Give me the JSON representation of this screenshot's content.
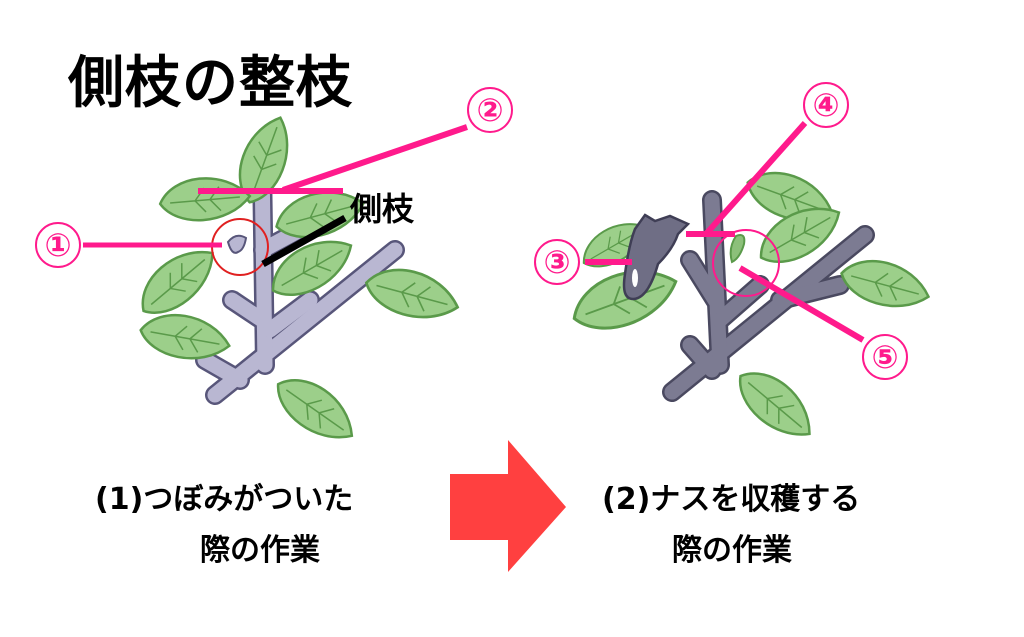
{
  "title": "側枝の整枝",
  "colors": {
    "accent": "#ff1a8c",
    "arrow": "#ff4040",
    "leaf": "#9ccf8a",
    "stem": "#b9b7d2",
    "eggplant": "#6f6e85"
  },
  "left_panel": {
    "markers": [
      "①",
      "②"
    ],
    "side_branch_label": "側枝",
    "caption_line1": "(1)つぼみがついた",
    "caption_line2": "際の作業"
  },
  "right_panel": {
    "markers": [
      "③",
      "④",
      "⑤"
    ],
    "caption_line1": "(2)ナスを収穫する",
    "caption_line2": "際の作業"
  },
  "arrow_icon": "right-arrow-icon"
}
